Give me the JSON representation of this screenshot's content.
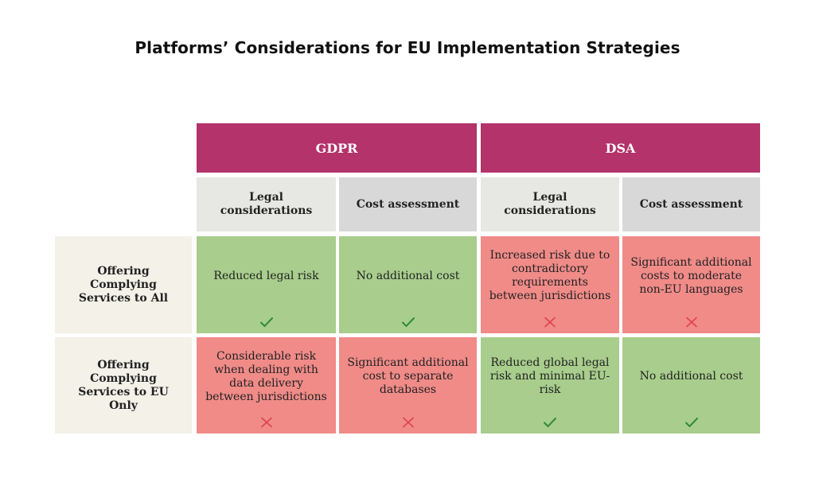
{
  "title": "Platforms’ Considerations for EU Implementation Strategies",
  "colors": {
    "band": "#B3336A",
    "subheader_light": "#E7E7E3",
    "subheader_dark": "#D8D8D8",
    "rowhead": "#F3F1E8",
    "positive": "#A8CD8C",
    "negative": "#F08B88",
    "check": "#2E8B3A",
    "cross": "#E0414E"
  },
  "columns": {
    "gdpr": "GDPR",
    "dsa": "DSA"
  },
  "subheaders": {
    "gdpr_legal": "Legal considerations",
    "gdpr_cost": "Cost assessment",
    "dsa_legal": "Legal considerations",
    "dsa_cost": "Cost assessment"
  },
  "rows": [
    {
      "label": "Offering Complying Services to All",
      "cells": [
        {
          "text": "Reduced legal risk",
          "status": "positive",
          "icon": "check-icon"
        },
        {
          "text": "No additional cost",
          "status": "positive",
          "icon": "check-icon"
        },
        {
          "text": "Increased risk due to contradictory requirements between jurisdictions",
          "status": "negative",
          "icon": "cross-icon"
        },
        {
          "text": "Significant additional costs to moderate non-EU languages",
          "status": "negative",
          "icon": "cross-icon"
        }
      ]
    },
    {
      "label": "Offering Complying Services to EU Only",
      "cells": [
        {
          "text": "Considerable risk when dealing with data delivery between jurisdictions",
          "status": "negative",
          "icon": "cross-icon"
        },
        {
          "text": "Significant additional cost to separate databases",
          "status": "negative",
          "icon": "cross-icon"
        },
        {
          "text": "Reduced global legal risk and minimal EU-risk",
          "status": "positive",
          "icon": "check-icon"
        },
        {
          "text": "No additional cost",
          "status": "positive",
          "icon": "check-icon"
        }
      ]
    }
  ]
}
